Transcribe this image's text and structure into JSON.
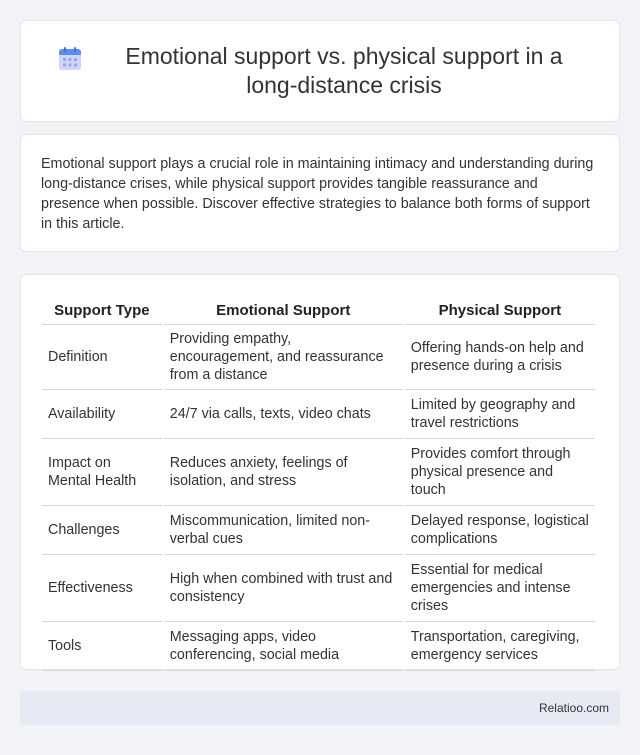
{
  "header": {
    "title": "Emotional support vs. physical support in a long-distance crisis",
    "icon": "calendar-icon",
    "icon_colors": {
      "top": "#5b8ef0",
      "body": "#cdd6f7",
      "cells": "#9aa8e8"
    }
  },
  "intro": {
    "text": "Emotional support plays a crucial role in maintaining intimacy and understanding during long-distance crises, while physical support provides tangible reassurance and presence when possible. Discover effective strategies to balance both forms of support in this article."
  },
  "table": {
    "headers": [
      "Support Type",
      "Emotional Support",
      "Physical Support"
    ],
    "rows": [
      [
        "Definition",
        "Providing empathy, encouragement, and reassurance from a distance",
        "Offering hands-on help and presence during a crisis"
      ],
      [
        "Availability",
        "24/7 via calls, texts, video chats",
        "Limited by geography and travel restrictions"
      ],
      [
        "Impact on Mental Health",
        "Reduces anxiety, feelings of isolation, and stress",
        "Provides comfort through physical presence and touch"
      ],
      [
        "Challenges",
        "Miscommunication, limited non-verbal cues",
        "Delayed response, logistical complications"
      ],
      [
        "Effectiveness",
        "High when combined with trust and consistency",
        "Essential for medical emergencies and intense crises"
      ],
      [
        "Tools",
        "Messaging apps, video conferencing, social media",
        "Transportation, caregiving, emergency services"
      ]
    ]
  },
  "footer": {
    "text": "Relatioo.com"
  }
}
